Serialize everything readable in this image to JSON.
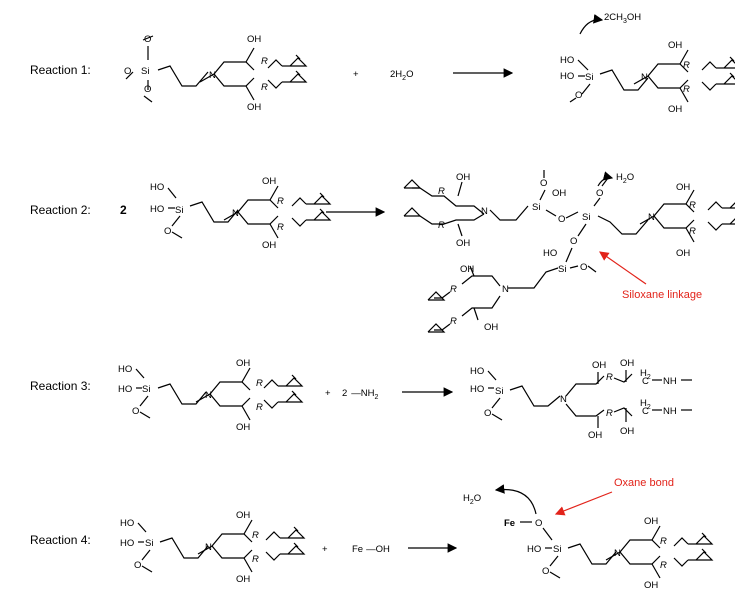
{
  "reactions": [
    {
      "label": "Reaction 1:"
    },
    {
      "label": "Reaction 2:"
    },
    {
      "label": "Reaction 3:"
    },
    {
      "label": "Reaction 4:"
    }
  ],
  "text": {
    "plus": "+",
    "water_2": "2H",
    "water_sub": "2",
    "water_o": "O",
    "methanol": "2CH",
    "methanol_sub": "3",
    "methanol_oh": "OH",
    "coef_2": "2",
    "amine_prefix": "2",
    "amine": "NH",
    "amine_sub": "2",
    "h2o_h": "H",
    "h2o_sub": "2",
    "h2o_o": "O",
    "fe": "Fe",
    "oh": "OH",
    "ho": "HO",
    "o": "O",
    "si": "Si",
    "n": "N",
    "r": "R",
    "h2": "H",
    "h2_sub": "2",
    "c": "C",
    "nh": "NH"
  },
  "annotations": {
    "siloxane": "Siloxane linkage",
    "oxane": "Oxane bond"
  },
  "colors": {
    "annotation": "#e2231a",
    "bond": "#000000"
  }
}
